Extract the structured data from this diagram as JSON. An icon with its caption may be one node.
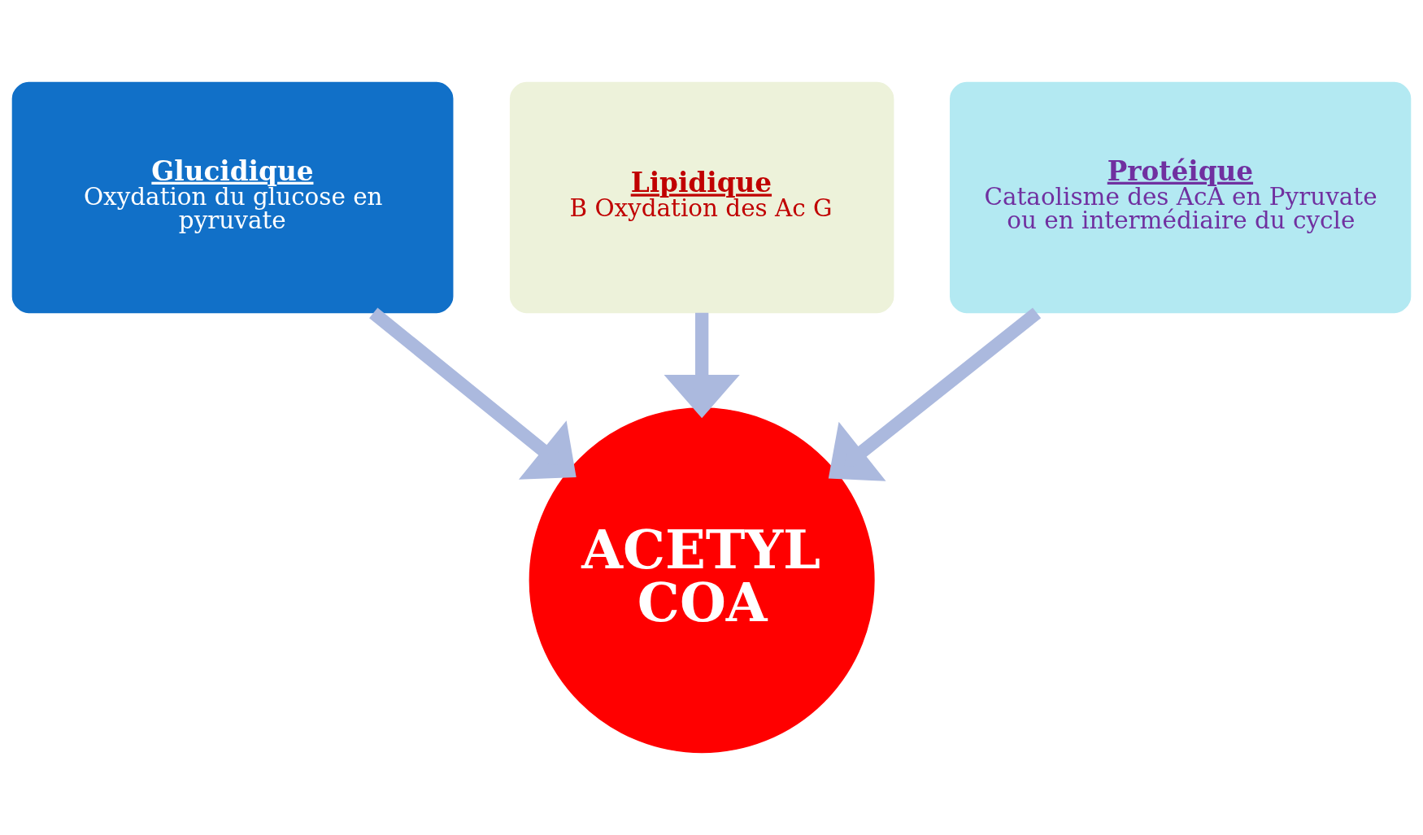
{
  "diagram": {
    "nodes": [
      {
        "text": [
          "Glucidique",
          "Oxydation du glucose en pyruvate"
        ]
      },
      {
        "text": [
          "Lipidique",
          "B Oxydation des Ac G"
        ]
      },
      {
        "text": [
          "Protéique",
          "Cataolisme des AcA en Pyruvate ou en intermédiaire du cycle"
        ]
      },
      {
        "text": [
          "ACETYL COA"
        ]
      }
    ],
    "edges": [
      {
        "from": 0,
        "to": 3,
        "arrow": "to"
      },
      {
        "from": 1,
        "to": 3,
        "arrow": "to"
      },
      {
        "from": 2,
        "to": 3,
        "arrow": "to"
      }
    ]
  }
}
